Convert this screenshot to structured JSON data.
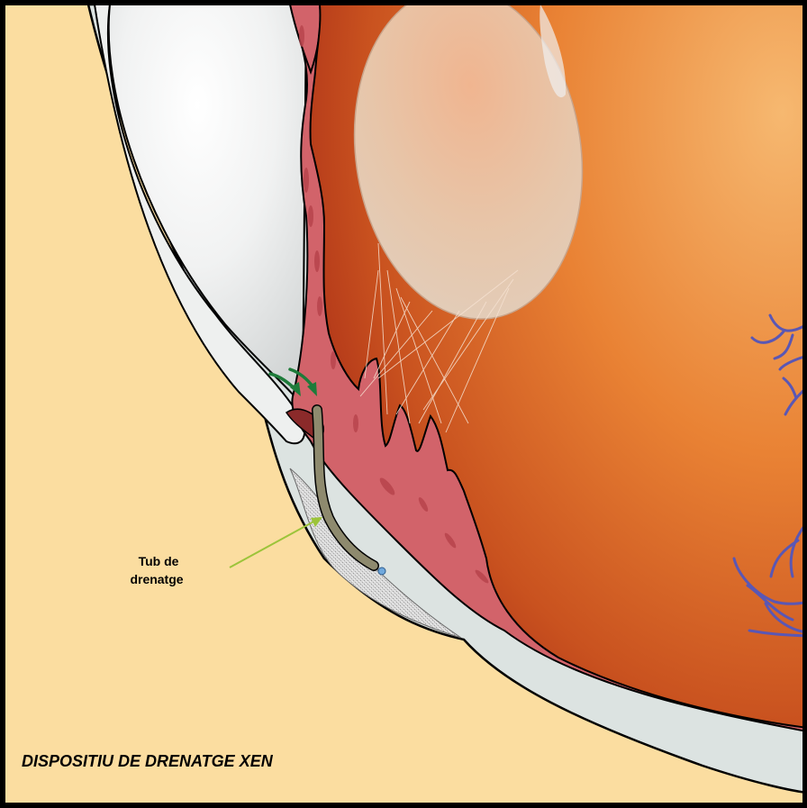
{
  "diagram": {
    "title": "DISPOSITIU DE DRENATGE XEN",
    "callout": {
      "line1": "Tub de",
      "line2": "drenatge"
    }
  },
  "colors": {
    "background": "#FBDDA0",
    "sclera": "#DCE3E1",
    "cornea_fill": "#E9ECEB",
    "iris_ciliary": "#D2636A",
    "eye_interior_light": "#F4A860",
    "eye_interior_dark": "#B8321A",
    "lens": "#E9C3A7",
    "tube": "#8E8A6E",
    "flow_arrow": "#1E7B3A",
    "callout_line": "#9CC43A",
    "vessels": "#5A57B4",
    "outline": "#000000"
  }
}
